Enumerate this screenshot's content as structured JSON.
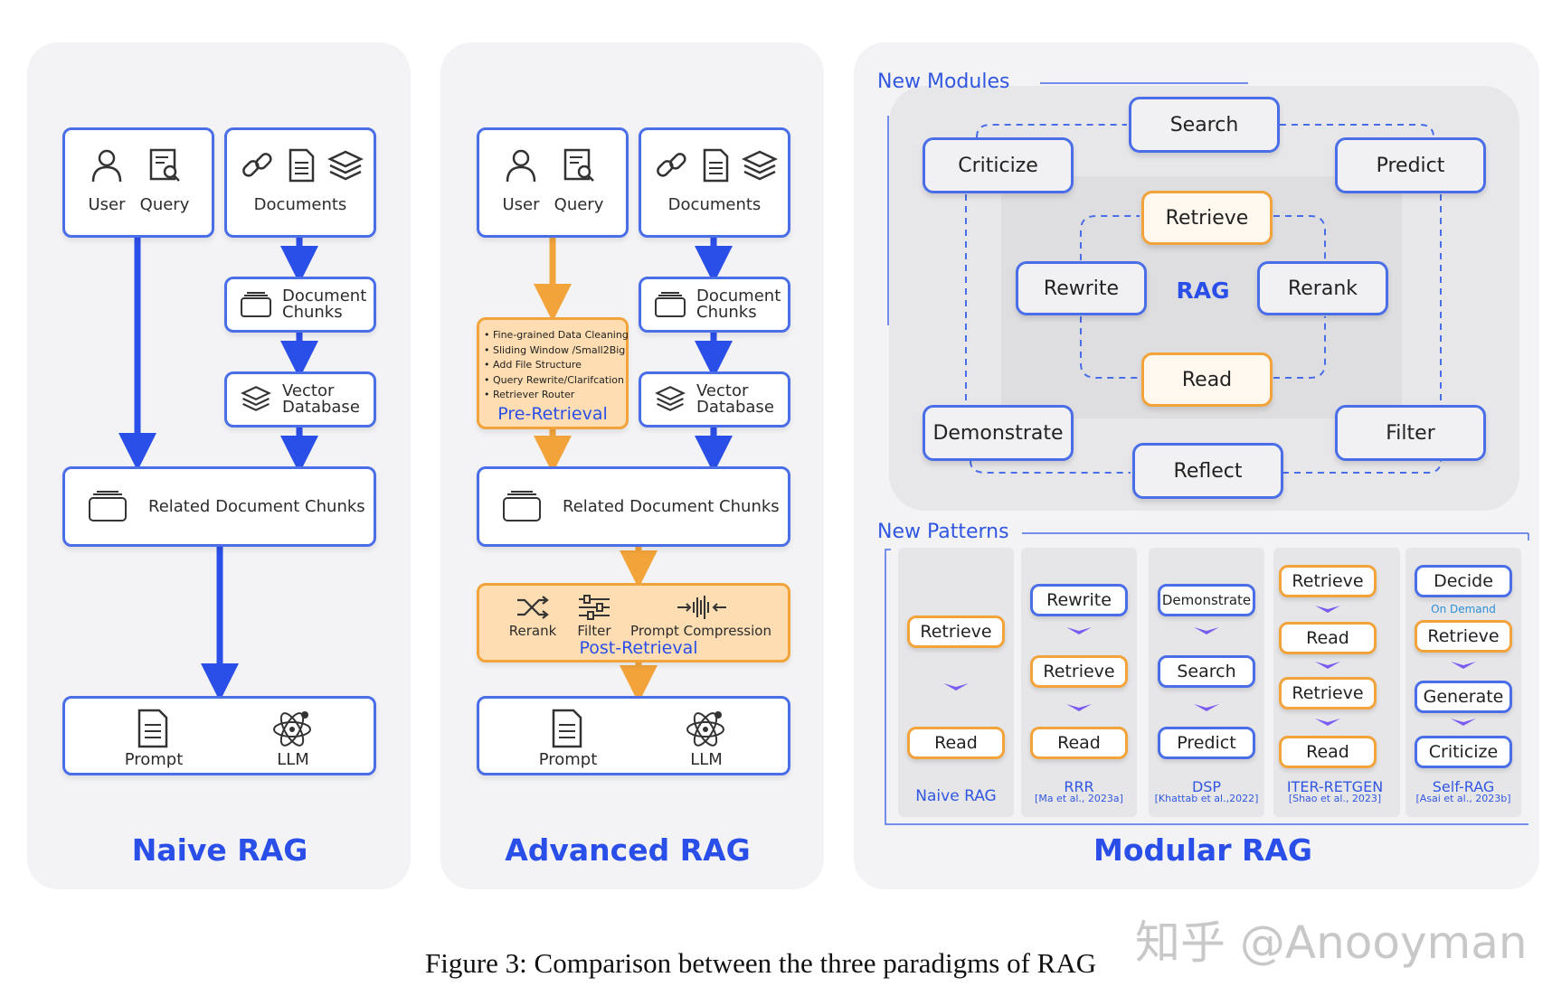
{
  "naive": {
    "title": "Naive RAG",
    "user": "User",
    "query": "Query",
    "documents": "Documents",
    "doc_chunks": [
      "Document",
      "Chunks"
    ],
    "vector_db": [
      "Vector",
      "Database"
    ],
    "related": "Related Document Chunks",
    "prompt": "Prompt",
    "llm": "LLM"
  },
  "advanced": {
    "title": "Advanced RAG",
    "user": "User",
    "query": "Query",
    "documents": "Documents",
    "doc_chunks": [
      "Document",
      "Chunks"
    ],
    "vector_db": [
      "Vector",
      "Database"
    ],
    "pre_items": [
      "Fine-grained Data Cleaning",
      "Sliding Window /Small2Big",
      "Add File Structure",
      "Query Rewrite/Clarifcation",
      "Retriever Router"
    ],
    "pre_label": "Pre-Retrieval",
    "related": "Related Document Chunks",
    "rerank": "Rerank",
    "filter": "Filter",
    "compression": "Prompt Compression",
    "post_label": "Post-Retrieval",
    "prompt": "Prompt",
    "llm": "LLM"
  },
  "modular": {
    "title": "Modular RAG",
    "new_modules": "New Modules",
    "modules": {
      "search": "Search",
      "criticize": "Criticize",
      "predict": "Predict",
      "retrieve": "Retrieve",
      "rewrite": "Rewrite",
      "rag": "RAG",
      "rerank": "Rerank",
      "read": "Read",
      "demonstrate": "Demonstrate",
      "filter": "Filter",
      "reflect": "Reflect"
    },
    "new_patterns": "New Patterns",
    "patterns": [
      {
        "name": "Naive RAG",
        "cite": "",
        "steps": [
          "Retrieve",
          "Read"
        ]
      },
      {
        "name": "RRR",
        "cite": "[Ma et al., 2023a]",
        "steps": [
          "Rewrite",
          "Retrieve",
          "Read"
        ]
      },
      {
        "name": "DSP",
        "cite": "[Khattab et al.,2022]",
        "steps": [
          "Demonstrate",
          "Search",
          "Predict"
        ]
      },
      {
        "name": "ITER-RETGEN",
        "cite": "[Shao et al., 2023]",
        "steps": [
          "Retrieve",
          "Read",
          "Retrieve",
          "Read"
        ]
      },
      {
        "name": "Self-RAG",
        "cite": "[Asai et al., 2023b]",
        "steps": [
          "Decide",
          "Retrieve",
          "Generate",
          "Criticize"
        ],
        "note": "On Demand"
      }
    ]
  },
  "caption": "Figure 3: Comparison between the three paradigms of RAG",
  "watermark": "知乎 @Anooyman",
  "colors": {
    "blue": "#2a4ee8",
    "orange": "#f2a33a",
    "panel": "#f3f3f5"
  }
}
